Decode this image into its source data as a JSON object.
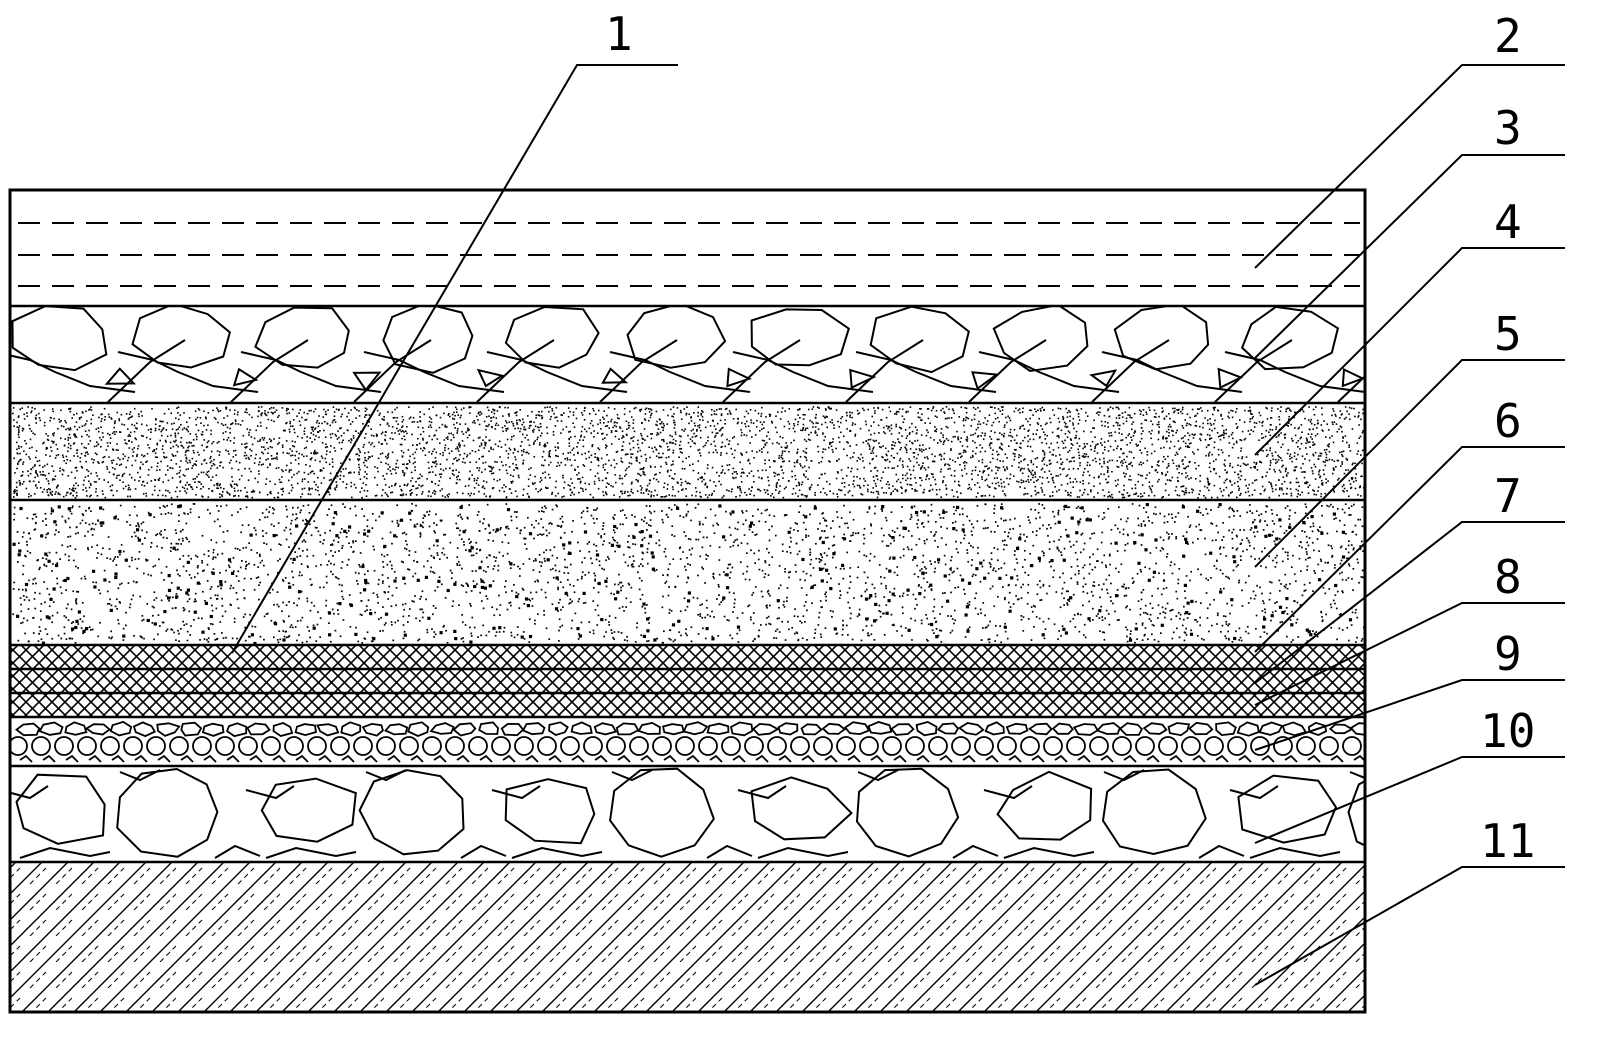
{
  "figure": {
    "callouts": [
      {
        "label": "1"
      },
      {
        "label": "2"
      },
      {
        "label": "3"
      },
      {
        "label": "4"
      },
      {
        "label": "5"
      },
      {
        "label": "6"
      },
      {
        "label": "7"
      },
      {
        "label": "8"
      },
      {
        "label": "9"
      },
      {
        "label": "10"
      },
      {
        "label": "11"
      }
    ],
    "colors": {
      "line": "#000000",
      "background": "#ffffff"
    }
  }
}
